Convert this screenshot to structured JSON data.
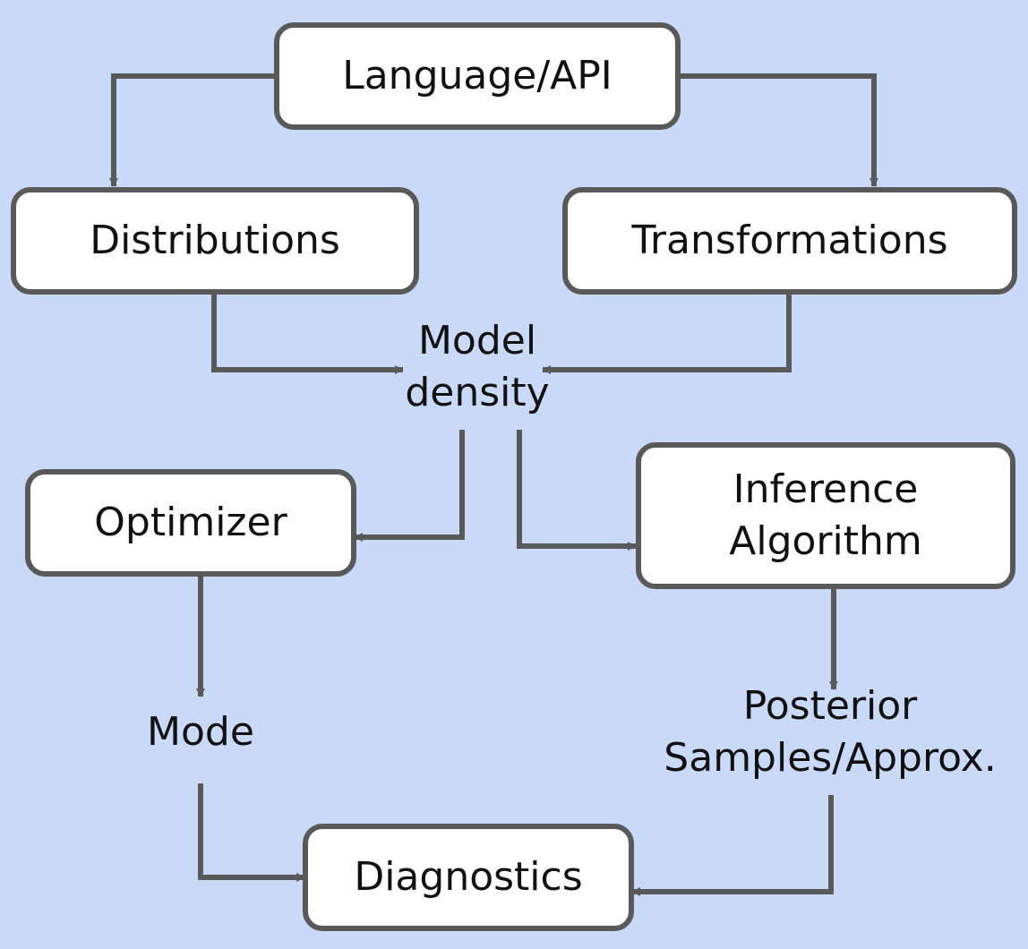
{
  "diagram": {
    "background_color": "#c9daf8",
    "edge_color": "#595959",
    "nodes": {
      "language_api": {
        "label": "Language/API"
      },
      "distributions": {
        "label": "Distributions"
      },
      "transformations": {
        "label": "Transformations"
      },
      "model_density": {
        "line1": "Model",
        "line2": "density"
      },
      "optimizer": {
        "label": "Optimizer"
      },
      "inference_algorithm": {
        "line1": "Inference",
        "line2": "Algorithm"
      },
      "mode": {
        "label": "Mode"
      },
      "posterior": {
        "line1": "Posterior",
        "line2": "Samples/Approx."
      },
      "diagnostics": {
        "label": "Diagnostics"
      }
    },
    "edges": [
      {
        "from": "Language/API",
        "to": "Distributions"
      },
      {
        "from": "Language/API",
        "to": "Transformations"
      },
      {
        "from": "Distributions",
        "to": "Model density"
      },
      {
        "from": "Transformations",
        "to": "Model density"
      },
      {
        "from": "Model density",
        "to": "Optimizer"
      },
      {
        "from": "Model density",
        "to": "Inference Algorithm"
      },
      {
        "from": "Optimizer",
        "to": "Mode"
      },
      {
        "from": "Inference Algorithm",
        "to": "Posterior Samples/Approx."
      },
      {
        "from": "Mode",
        "to": "Diagnostics"
      },
      {
        "from": "Posterior Samples/Approx.",
        "to": "Diagnostics"
      }
    ]
  }
}
